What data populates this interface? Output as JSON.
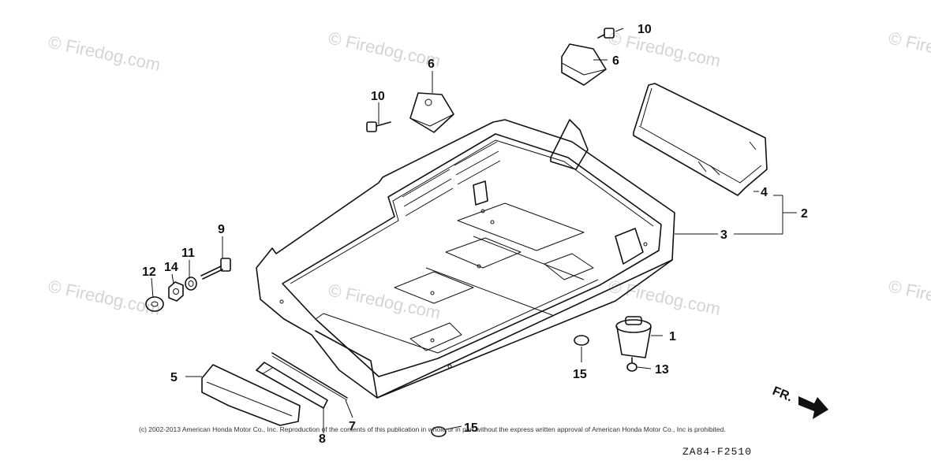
{
  "watermark": "© Firedog.com",
  "callouts": {
    "c1": "1",
    "c2": "2",
    "c3": "3",
    "c4": "4",
    "c5": "5",
    "c6a": "6",
    "c6b": "6",
    "c7": "7",
    "c8": "8",
    "c9": "9",
    "c10a": "10",
    "c10b": "10",
    "c11": "11",
    "c12": "12",
    "c13": "13",
    "c14": "14",
    "c15a": "15",
    "c15b": "15"
  },
  "front_label": "FR.",
  "copyright": "(c) 2002-2013 American Honda Motor Co., Inc. Reproduction of the contents of this publication in whole or in part without the express written approval of American Honda Motor Co., Inc is prohibited.",
  "diagram_code": "ZA84-F2510"
}
